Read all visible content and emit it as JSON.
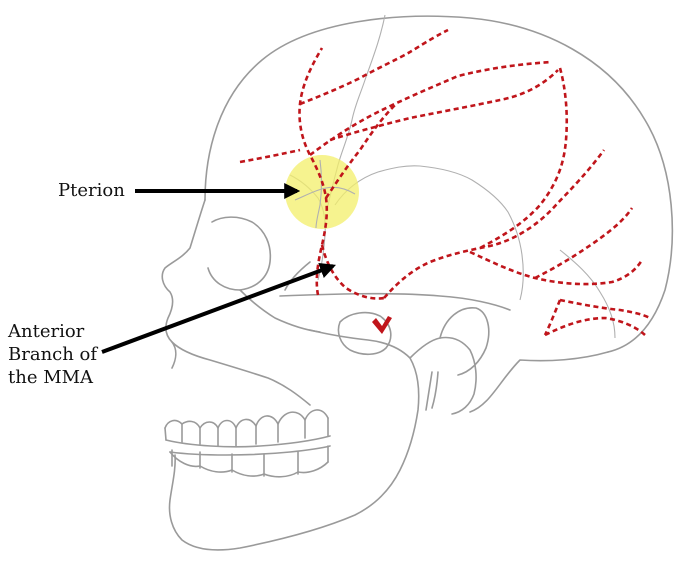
{
  "labels": {
    "pterion": "Pterion",
    "mma_line1": "Anterior",
    "mma_line2": "Branch of",
    "mma_line3": "the MMA"
  },
  "colors": {
    "bone_outline": "#9a9a9a",
    "vessel": "#c0151b",
    "pterion_highlight": "#f3ef6a",
    "arrow": "#000000"
  },
  "icons": {
    "pterion_marker": "yellow-circle",
    "arrows": "black-arrow"
  }
}
